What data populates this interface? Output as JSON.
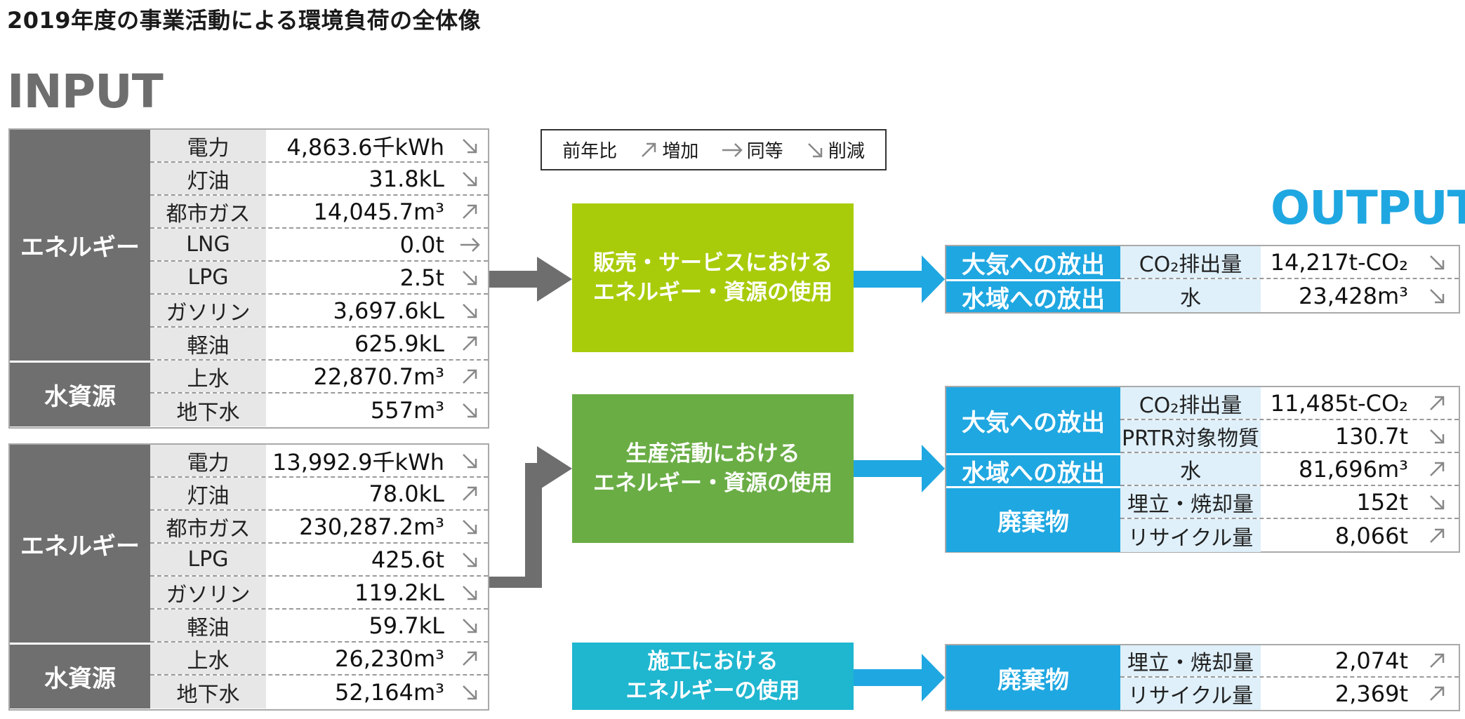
{
  "title": "2019年度の事業活動による環境負荷の全体像",
  "input_heading": "INPUT",
  "output_heading": "OUTPUT",
  "colors": {
    "input_category": "#6f6f6f",
    "output_category": "#1fa7e1",
    "green1": "#a8cc0a",
    "green2": "#6aad45",
    "teal": "#1fb6d0",
    "arrow_gray": "#6e6e6e",
    "arrow_blue": "#1fa7e1"
  },
  "legend": {
    "prefix": "前年比",
    "items": [
      {
        "icon": "arrow-up-right-icon",
        "label": "増加"
      },
      {
        "icon": "arrow-right-icon",
        "label": "同等"
      },
      {
        "icon": "arrow-down-right-icon",
        "label": "削減"
      }
    ]
  },
  "input_tables": [
    {
      "groups": [
        {
          "category": "エネルギー",
          "rows": [
            {
              "label": "電力",
              "value": "4,863.6千kWh",
              "trend": "down"
            },
            {
              "label": "灯油",
              "value": "31.8kL",
              "trend": "down"
            },
            {
              "label": "都市ガス",
              "value": "14,045.7m³",
              "trend": "up"
            },
            {
              "label": "LNG",
              "value": "0.0t",
              "trend": "same"
            },
            {
              "label": "LPG",
              "value": "2.5t",
              "trend": "down"
            },
            {
              "label": "ガソリン",
              "value": "3,697.6kL",
              "trend": "down"
            },
            {
              "label": "軽油",
              "value": "625.9kL",
              "trend": "up"
            }
          ]
        },
        {
          "category": "水資源",
          "rows": [
            {
              "label": "上水",
              "value": "22,870.7m³",
              "trend": "up"
            },
            {
              "label": "地下水",
              "value": "557m³",
              "trend": "down"
            }
          ]
        }
      ]
    },
    {
      "groups": [
        {
          "category": "エネルギー",
          "rows": [
            {
              "label": "電力",
              "value": "13,992.9千kWh",
              "trend": "down"
            },
            {
              "label": "灯油",
              "value": "78.0kL",
              "trend": "up"
            },
            {
              "label": "都市ガス",
              "value": "230,287.2m³",
              "trend": "down"
            },
            {
              "label": "LPG",
              "value": "425.6t",
              "trend": "down"
            },
            {
              "label": "ガソリン",
              "value": "119.2kL",
              "trend": "down"
            },
            {
              "label": "軽油",
              "value": "59.7kL",
              "trend": "down"
            }
          ]
        },
        {
          "category": "水資源",
          "rows": [
            {
              "label": "上水",
              "value": "26,230m³",
              "trend": "up"
            },
            {
              "label": "地下水",
              "value": "52,164m³",
              "trend": "down"
            }
          ]
        }
      ]
    }
  ],
  "processes": [
    {
      "line1": "販売・サービスにおける",
      "line2": "エネルギー・資源の使用"
    },
    {
      "line1": "生産活動における",
      "line2": "エネルギー・資源の使用"
    },
    {
      "line1": "施工における",
      "line2": "エネルギーの使用"
    }
  ],
  "output_tables": [
    {
      "groups": [
        {
          "category": "大気への放出",
          "rows": [
            {
              "label": "CO₂排出量",
              "value": "14,217t-CO₂",
              "trend": "down"
            }
          ]
        },
        {
          "category": "水域への放出",
          "rows": [
            {
              "label": "水",
              "value": "23,428m³",
              "trend": "down"
            }
          ]
        }
      ]
    },
    {
      "groups": [
        {
          "category": "大気への放出",
          "rows": [
            {
              "label": "CO₂排出量",
              "value": "11,485t-CO₂",
              "trend": "up"
            },
            {
              "label": "PRTR対象物質",
              "value": "130.7t",
              "trend": "down"
            }
          ]
        },
        {
          "category": "水域への放出",
          "rows": [
            {
              "label": "水",
              "value": "81,696m³",
              "trend": "up"
            }
          ]
        },
        {
          "category": "廃棄物",
          "rows": [
            {
              "label": "埋立・焼却量",
              "value": "152t",
              "trend": "down"
            },
            {
              "label": "リサイクル量",
              "value": "8,066t",
              "trend": "up"
            }
          ]
        }
      ]
    },
    {
      "groups": [
        {
          "category": "廃棄物",
          "rows": [
            {
              "label": "埋立・焼却量",
              "value": "2,074t",
              "trend": "up"
            },
            {
              "label": "リサイクル量",
              "value": "2,369t",
              "trend": "up"
            }
          ]
        }
      ]
    }
  ]
}
